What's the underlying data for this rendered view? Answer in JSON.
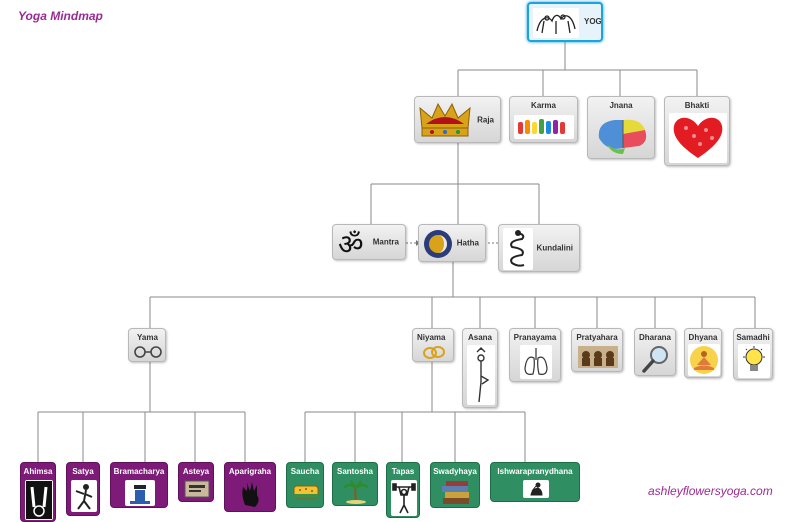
{
  "title": "Yoga Mindmap",
  "credit": "ashleyflowersyoga.com",
  "colors": {
    "title": "#9b2a94",
    "yama_branch": "#7e1b78",
    "niyama_branch": "#2f8f62",
    "root_border": "#1aa3de"
  },
  "nodes": {
    "yoga": {
      "label": "YOGA",
      "icon": "horses-icon"
    },
    "raja": {
      "label": "Raja",
      "icon": "crown-icon"
    },
    "karma": {
      "label": "Karma",
      "icon": "hands-icon"
    },
    "jnana": {
      "label": "Jnana",
      "icon": "brain-icon"
    },
    "bhakti": {
      "label": "Bhakti",
      "icon": "heart-icon"
    },
    "mantra": {
      "label": "Mantra",
      "icon": "om-icon"
    },
    "hatha": {
      "label": "Hatha",
      "icon": "sun-moon-icon"
    },
    "kundalini": {
      "label": "Kundalini",
      "icon": "serpent-icon"
    },
    "yama": {
      "label": "Yama",
      "icon": "handcuffs-icon"
    },
    "niyama": {
      "label": "Niyama",
      "icon": "rings-icon"
    },
    "asana": {
      "label": "Asana",
      "icon": "tree-pose-icon"
    },
    "pranayama": {
      "label": "Pranayama",
      "icon": "lungs-icon"
    },
    "pratyahara": {
      "label": "Pratyahara",
      "icon": "monkeys-icon"
    },
    "dharana": {
      "label": "Dharana",
      "icon": "magnifier-icon"
    },
    "dhyana": {
      "label": "Dhyana",
      "icon": "meditation-icon"
    },
    "samadhi": {
      "label": "Samadhi",
      "icon": "lightbulb-icon"
    },
    "ahimsa": {
      "label": "Ahimsa",
      "icon": "peace-hand-icon"
    },
    "satya": {
      "label": "Satya",
      "icon": "figure-icon"
    },
    "bramacharya": {
      "label": "Bramacharya",
      "icon": "person-icon"
    },
    "asteya": {
      "label": "Asteya",
      "icon": "sign-icon"
    },
    "aparigraha": {
      "label": "Aparigraha",
      "icon": "hand-icon"
    },
    "saucha": {
      "label": "Saucha",
      "icon": "sponge-icon"
    },
    "santosha": {
      "label": "Santosha",
      "icon": "palm-tree-icon"
    },
    "tapas": {
      "label": "Tapas",
      "icon": "weightlifter-icon"
    },
    "swadyhaya": {
      "label": "Swadyhaya",
      "icon": "books-icon"
    },
    "ishwarapranydhana": {
      "label": "Ishwarapranydhana",
      "icon": "prayer-icon"
    }
  }
}
